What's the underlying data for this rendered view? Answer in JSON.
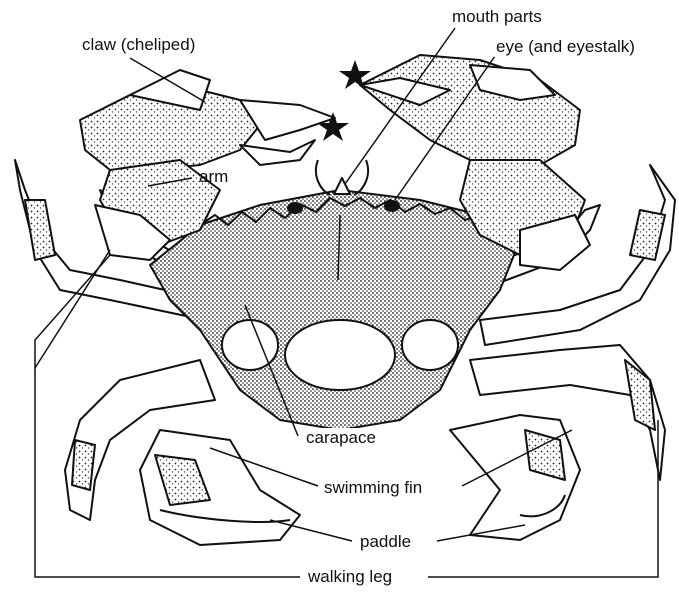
{
  "labels": {
    "claw": "claw (cheliped)",
    "mouth": "mouth parts",
    "eye": "eye (and eyestalk)",
    "arm": "arm",
    "carapace": "carapace",
    "fin": "swimming fin",
    "paddle": "paddle",
    "walking": "walking leg"
  },
  "colors": {
    "ink": "#111111",
    "shade": "#9a9a9a",
    "paper": "#ffffff"
  },
  "icons": [
    "star-marker-icon"
  ]
}
